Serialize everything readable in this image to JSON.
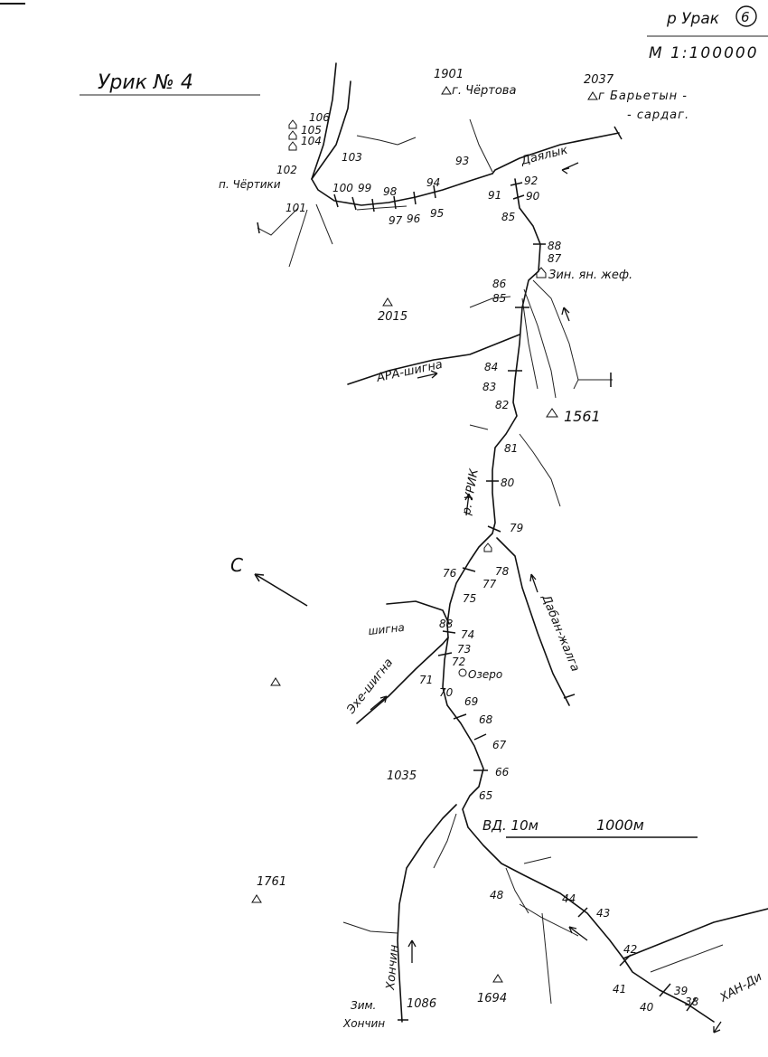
{
  "header": {
    "sheet": "р Урак",
    "sheet_no": "6",
    "scale": "М 1:100000",
    "title": "Урик № 4"
  },
  "peaks": [
    {
      "id": "chertova",
      "height": "1901",
      "name": "г. Чёртова"
    },
    {
      "id": "baryetyn",
      "height": "2037",
      "name1": "г Барьетын -",
      "name2": "- сардаг."
    },
    {
      "id": "p2015",
      "height": "2015"
    },
    {
      "id": "p1561",
      "height": "1561"
    },
    {
      "id": "p1761",
      "height": "1761"
    },
    {
      "id": "p1694",
      "height": "1694"
    },
    {
      "id": "p1035",
      "height": "1035"
    }
  ],
  "rivers": {
    "dayalyk": "Даялык",
    "arashigna": "АРА-шигна",
    "urik": "р. УРИК",
    "shigna": "шигна",
    "ekheshigna": "Эхе-шигна",
    "dabanzhalga": "Дабан-жалга",
    "khonchin": "Хончин",
    "khandi": "ХАН-Ди"
  },
  "places": {
    "pass": "п. Чёртики",
    "winter_hut": "Зин. ян. жеф.",
    "lake": "Озеро",
    "waterfall": "ВД. 10м",
    "hut_khonchin1": "Зим.",
    "hut_khonchin2": "Хончин",
    "hut_khonchin_h": "1086",
    "shigna_hut": "88"
  },
  "scalebar": {
    "label": "1000м"
  },
  "north": {
    "label": "С"
  },
  "points": [
    "38",
    "39",
    "40",
    "41",
    "42",
    "43",
    "44",
    "48",
    "65",
    "66",
    "67",
    "68",
    "69",
    "70",
    "71",
    "72",
    "73",
    "74",
    "75",
    "76",
    "77",
    "78",
    "79",
    "80",
    "81",
    "82",
    "83",
    "84",
    "85",
    "86",
    "87",
    "88",
    "85",
    "90",
    "91",
    "92",
    "93",
    "94",
    "95",
    "96",
    "97",
    "98",
    "99",
    "100",
    "101",
    "102",
    "103",
    "104",
    "105",
    "106"
  ],
  "colors": {
    "ink": "#111111",
    "paper": "#ffffff"
  }
}
